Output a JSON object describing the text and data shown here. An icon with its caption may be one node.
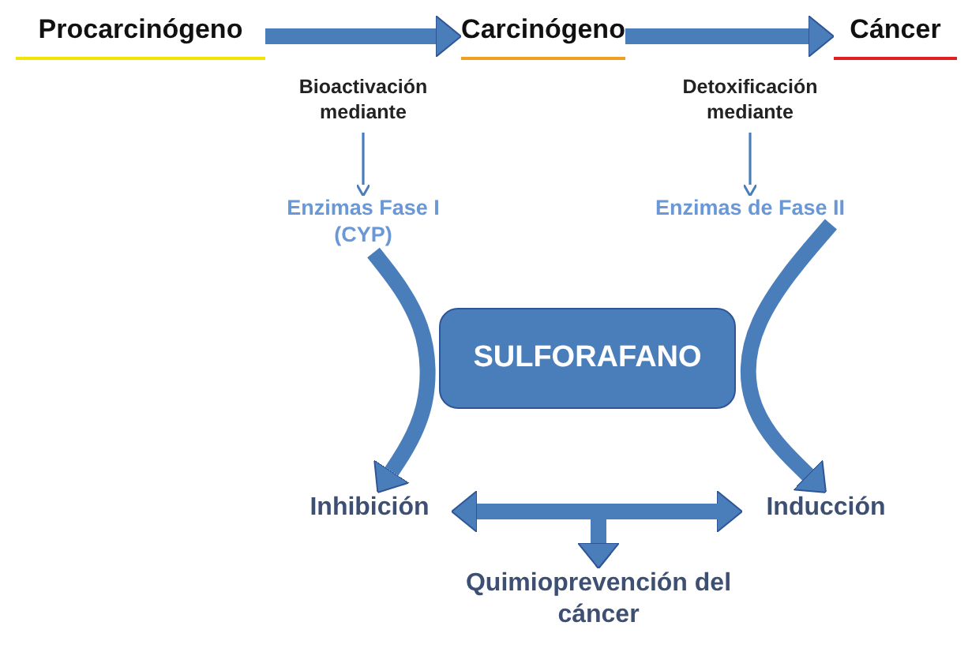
{
  "diagram": {
    "nodes": [
      {
        "text": [
          "Procarcinógeno"
        ]
      },
      {
        "text": [
          "Carcinógeno"
        ]
      },
      {
        "text": [
          "Cáncer"
        ]
      },
      {
        "text": [
          "Bioactivación mediante"
        ]
      },
      {
        "text": [
          "Enzimas Fase I (CYP)"
        ]
      },
      {
        "text": [
          "Detoxificación mediante"
        ]
      },
      {
        "text": [
          "Enzimas de Fase II"
        ]
      },
      {
        "text": [
          "SULFORAFANO"
        ]
      },
      {
        "text": [
          "Inhibición"
        ]
      },
      {
        "text": [
          "Inducción"
        ]
      },
      {
        "text": [
          "Quimioprevención del cáncer"
        ]
      }
    ],
    "edges": [
      {
        "from": 0,
        "to": 1,
        "arrow": "to"
      },
      {
        "from": 1,
        "to": 2,
        "arrow": "to"
      },
      {
        "from": 3,
        "to": 4,
        "arrow": "to"
      },
      {
        "from": 5,
        "to": 6,
        "arrow": "to"
      },
      {
        "from": 4,
        "to": 8,
        "arrow": "to"
      },
      {
        "from": 6,
        "to": 9,
        "arrow": "to"
      },
      {
        "from": 8,
        "to": 9,
        "arrow": "both"
      },
      {
        "from": 8,
        "to": 10,
        "arrow": "to"
      },
      {
        "from": 9,
        "to": 10,
        "arrow": "to"
      }
    ]
  }
}
